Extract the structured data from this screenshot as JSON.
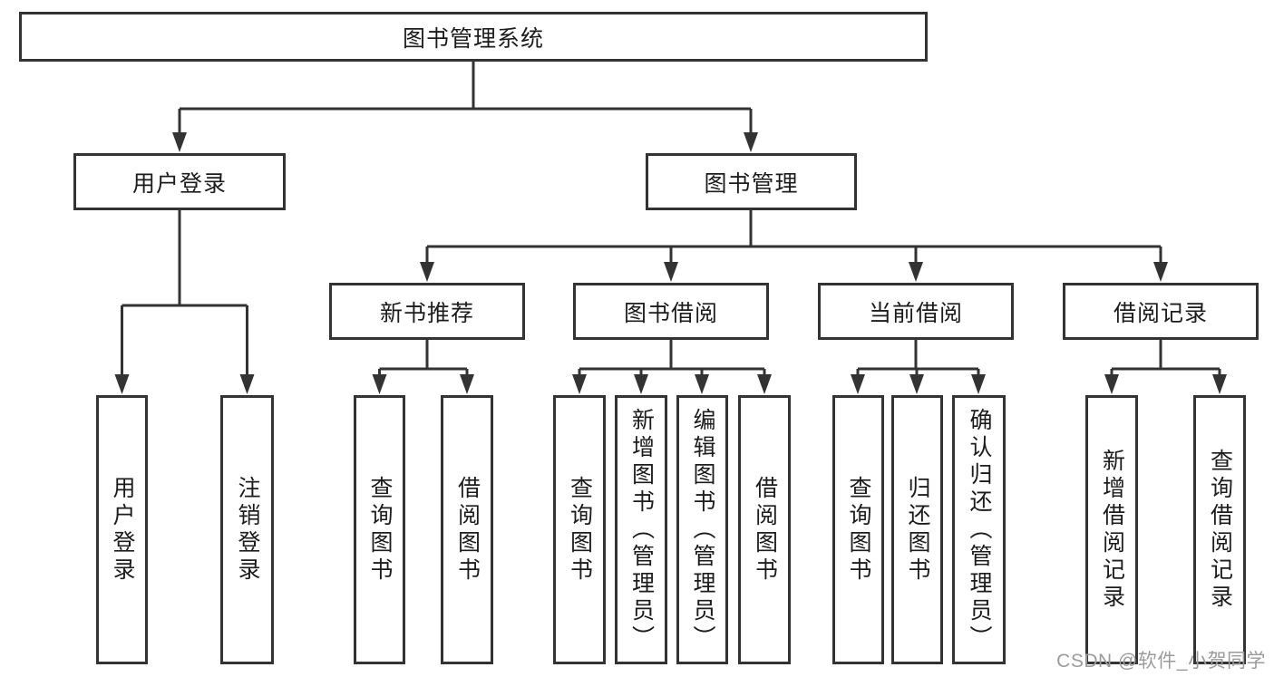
{
  "diagram": {
    "root": "图书管理系统",
    "branches": [
      {
        "label": "用户登录",
        "children": [
          "用户登录",
          "注销登录"
        ]
      },
      {
        "label": "图书管理",
        "children": [
          {
            "label": "新书推荐",
            "children": [
              "查询图书",
              "借阅图书"
            ]
          },
          {
            "label": "图书借阅",
            "children": [
              "查询图书",
              "新增图书（管理员）",
              "编辑图书（管理员）",
              "借阅图书"
            ]
          },
          {
            "label": "当前借阅",
            "children": [
              "查询图书",
              "归还图书",
              "确认归还（管理员）"
            ]
          },
          {
            "label": "借阅记录",
            "children": [
              "新增借阅记录",
              "查询借阅记录"
            ]
          }
        ]
      }
    ]
  },
  "watermark": "CSDN @软件_小贺同学",
  "colors": {
    "line": "#333333",
    "text": "#1c1c1c",
    "watermark": "#9b9b9b",
    "background": "#ffffff"
  }
}
